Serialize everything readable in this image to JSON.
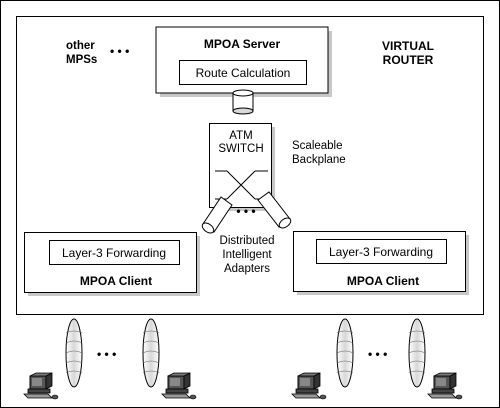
{
  "labels": {
    "other_mpss_line1": "other",
    "other_mpss_line2": "MPSs",
    "server_dots": "• • •",
    "mpoa_server": "MPOA Server",
    "route_calculation": "Route Calculation",
    "virtual_router_line1": "VIRTUAL",
    "virtual_router_line2": "ROUTER",
    "atm_switch_line1": "ATM",
    "atm_switch_line2": "SWITCH",
    "backplane_line1": "Scaleable",
    "backplane_line2": "Backplane",
    "adapters_dots": "• • •",
    "adapters_line1": "Distributed",
    "adapters_line2": "Intelligent",
    "adapters_line3": "Adapters",
    "left_forwarding": "Layer-3 Forwarding",
    "left_client": "MPOA Client",
    "right_forwarding": "Layer-3 Forwarding",
    "right_client": "MPOA Client",
    "left_lan_dots": "• • •",
    "right_lan_dots": "• • •"
  }
}
